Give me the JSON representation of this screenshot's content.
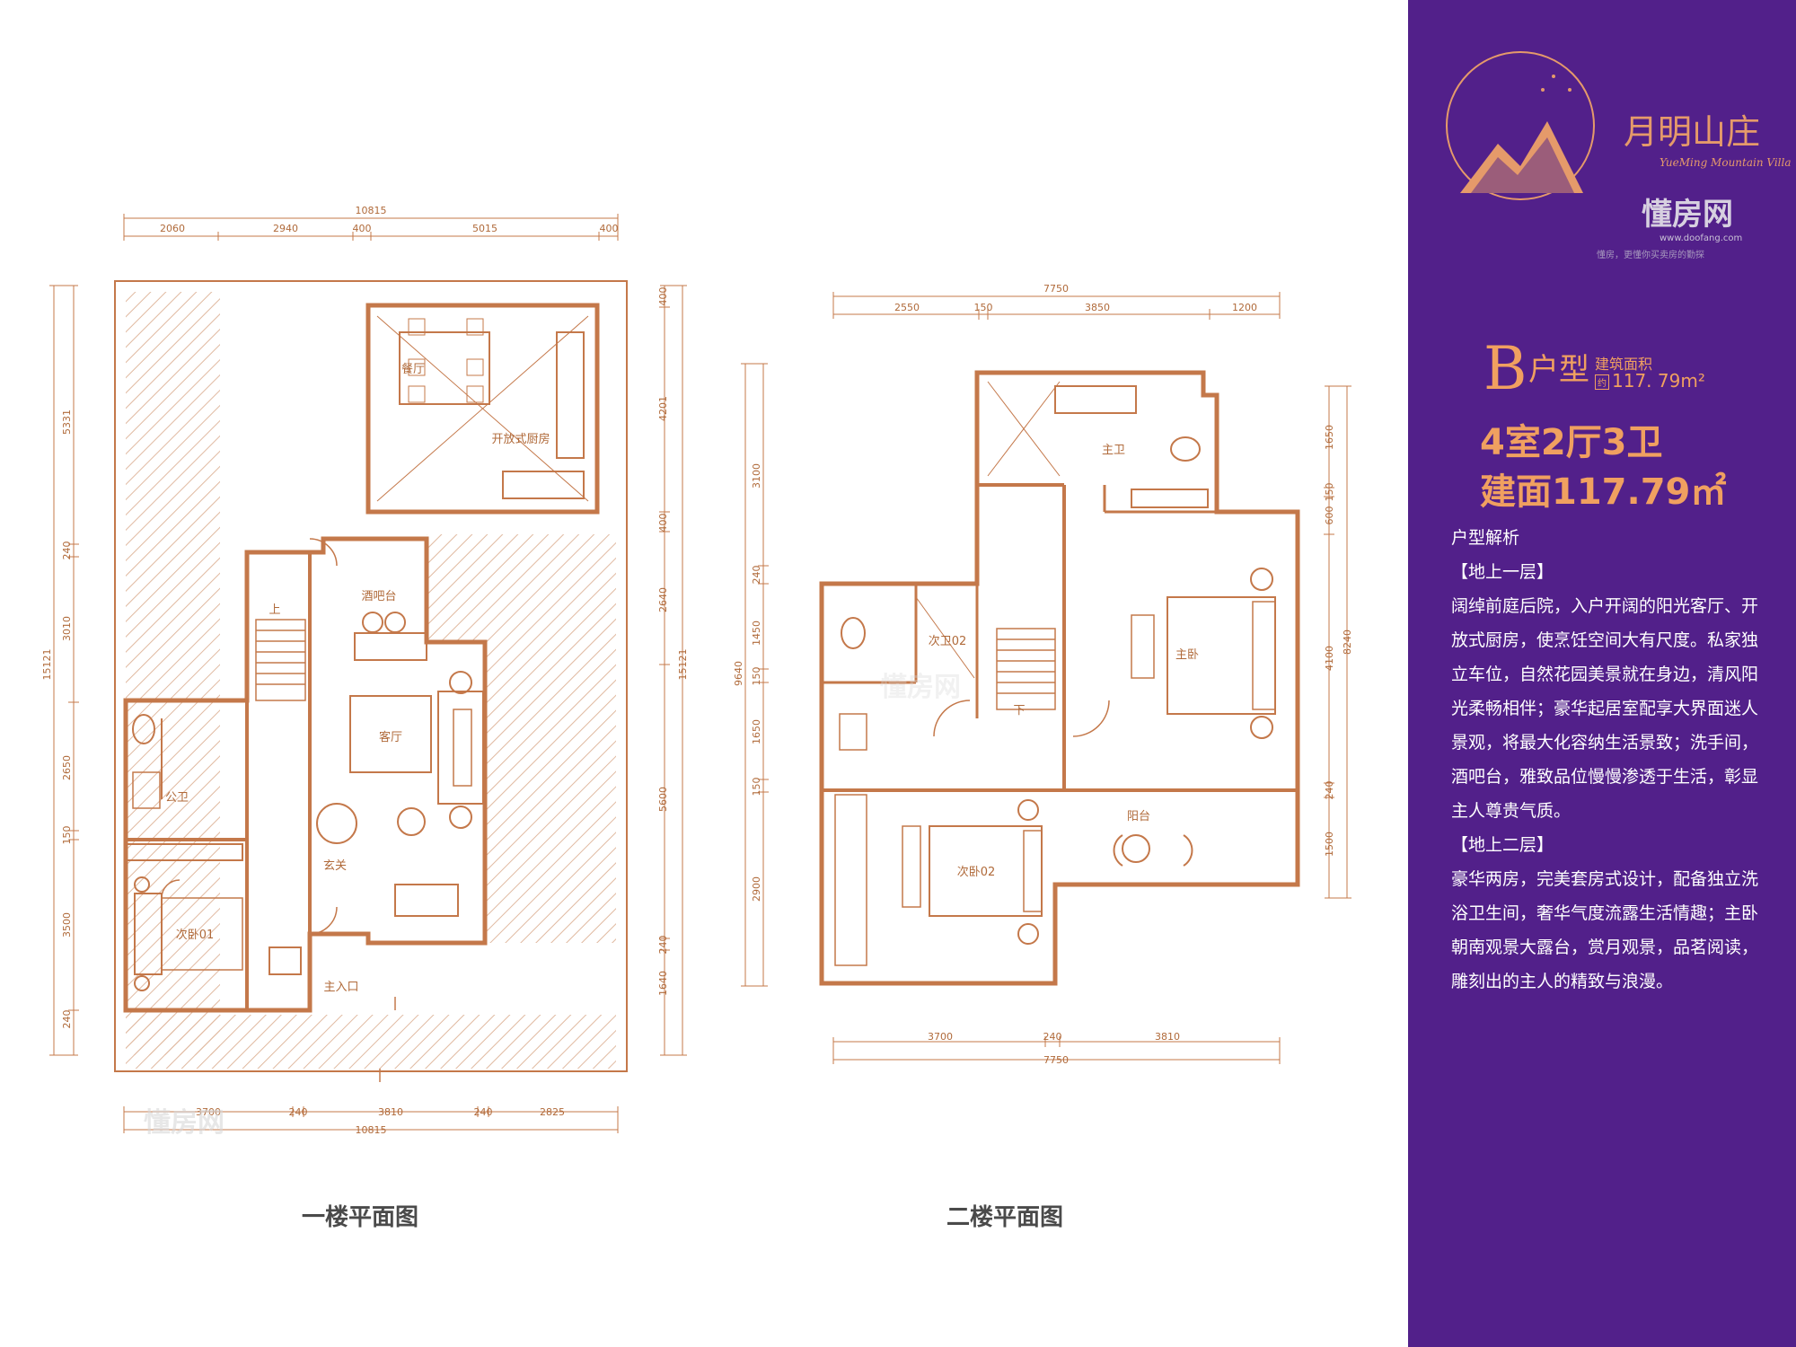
{
  "brand": {
    "name_cn": "月明山庄",
    "name_en": "YueMing Mountain Villa",
    "watermark_cn": "懂房网",
    "watermark_url": "www.doofang.com",
    "watermark_slogan": "懂房，更懂你买卖房的勤探"
  },
  "unit": {
    "type_letter": "B",
    "type_suffix": "户型",
    "area_label": "建筑面积",
    "area_tag": "约",
    "area_value": "117. 79m²",
    "rooms": "4室2厅3卫",
    "area_big": "建面117.79㎡"
  },
  "description": {
    "heading": "户型解析",
    "floor1_heading": "【地上一层】",
    "floor1_text": "阔绰前庭后院，入户开阔的阳光客厅、开放式厨房，使烹饪空间大有尺度。私家独立车位，自然花园美景就在身边，清风阳光柔畅相伴；豪华起居室配享大界面迷人景观，将最大化容纳生活景致；洗手间，酒吧台，雅致品位慢慢渗透于生活，彰显主人尊贵气质。",
    "floor2_heading": "【地上二层】",
    "floor2_text": "豪华两房，完美套房式设计，配备独立洗浴卫生间，奢华气度流露生活情趣；主卧朝南观景大露台，赏月观景，品茗阅读，雕刻出的主人的精致与浪漫。"
  },
  "floor1": {
    "label": "一楼平面图",
    "dims_top_total": "10815",
    "dims_top": [
      "2060",
      "2940",
      "400",
      "5015",
      "400"
    ],
    "dims_bottom": [
      "3700",
      "240",
      "3810",
      "240",
      "2825"
    ],
    "dims_bottom_total": "10815",
    "dims_left": [
      "5331",
      "240",
      "3010",
      "2650",
      "150",
      "3500",
      "240"
    ],
    "dims_left_total": "15121",
    "dims_right": [
      "400",
      "4201",
      "400",
      "2640",
      "5600",
      "240",
      "1640"
    ],
    "dims_right_total": "15121",
    "rooms": {
      "dining": "餐厅",
      "kitchen": "开放式厨房",
      "bar": "酒吧台",
      "living": "客厅",
      "wc": "公卫",
      "foyer": "玄关",
      "bed1": "次卧01",
      "entry": "主入口",
      "up": "上"
    }
  },
  "floor2": {
    "label": "二楼平面图",
    "dims_top_total": "7750",
    "dims_top": [
      "2550",
      "150",
      "3850",
      "1200"
    ],
    "dims_bottom": [
      "3700",
      "240",
      "3810"
    ],
    "dims_bottom_total": "7750",
    "dims_left": [
      "3100",
      "240",
      "1450",
      "150",
      "1650",
      "150",
      "2900"
    ],
    "dims_left_total": "9640",
    "dims_right": [
      "1650",
      "150",
      "600",
      "4100",
      "240",
      "1500"
    ],
    "dims_right_total": "8240",
    "rooms": {
      "master_bath": "主卫",
      "bath2": "次卫02",
      "master_bed": "主卧",
      "bed2": "次卧02",
      "balcony": "阳台",
      "down": "下"
    }
  },
  "colors": {
    "panel": "#52208a",
    "accent": "#f0a060",
    "plan_line": "#c4784a"
  }
}
